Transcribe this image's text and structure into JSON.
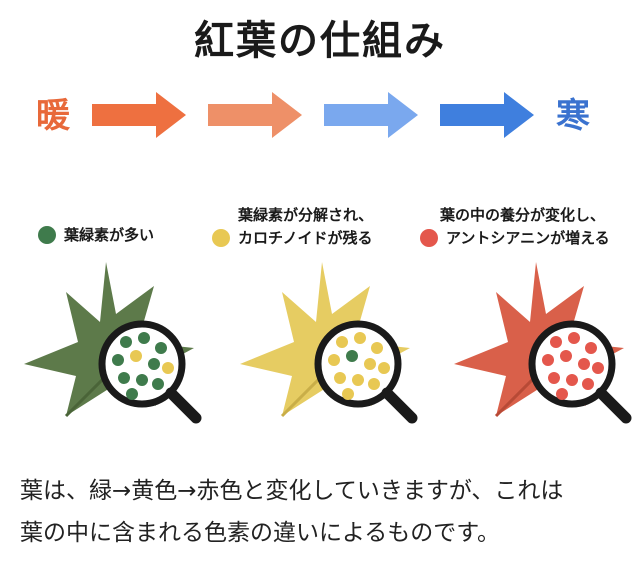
{
  "title": "紅葉の仕組み",
  "temperature": {
    "warm": "暖",
    "cold": "寒"
  },
  "colors": {
    "warm": "#e8693a",
    "cold": "#3a72cf",
    "arrows": [
      "#ee7040",
      "#ee9068",
      "#7aa8ee",
      "#3f7fde"
    ],
    "green_leaf": "#5d7a4a",
    "yellow_leaf": "#e6cc62",
    "red_leaf": "#d9604a",
    "green_dot": "#3f7b4c",
    "yellow_dot": "#e8c853",
    "red_dot": "#e4574c"
  },
  "stages": [
    {
      "lines": [
        "葉緑素が多い"
      ],
      "leaf": "green"
    },
    {
      "lines": [
        "葉緑素が分解され、",
        "カロチノイドが残る"
      ],
      "leaf": "yellow"
    },
    {
      "lines": [
        "葉の中の養分が変化し、",
        "アントシアニンが増える"
      ],
      "leaf": "red"
    }
  ],
  "body_lines": [
    "葉は、緑→黄色→赤色と変化していきますが、これは",
    "葉の中に含まれる色素の違いによるものです。"
  ]
}
